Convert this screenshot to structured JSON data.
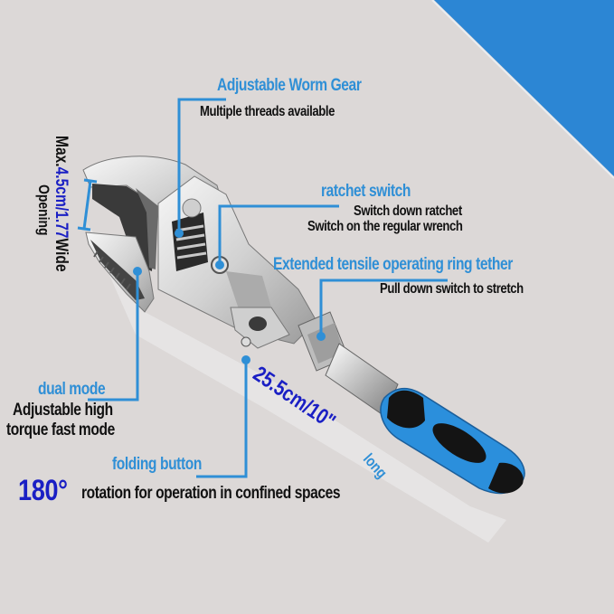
{
  "colors": {
    "background": "#dcd8d7",
    "accent_blue": "#2f8fd6",
    "dark_blue": "#1a1fc4",
    "text_black": "#111111",
    "corner_blue": "#2c86d4",
    "handle_blue": "#2b8fdc",
    "handle_black": "#141414"
  },
  "callouts": {
    "worm_gear": {
      "title": "Adjustable Worm Gear",
      "desc": "Multiple threads available"
    },
    "ratchet_switch": {
      "title": "ratchet switch",
      "desc_line1": "Switch down ratchet",
      "desc_line2": "Switch on the regular wrench"
    },
    "ring_tether": {
      "title": "Extended tensile operating ring tether",
      "desc": "Pull down switch to stretch"
    },
    "opening": {
      "prefix": "Max.",
      "value": "4.5cm/1.77",
      "suffix": "Wide",
      "line2": "Opening"
    },
    "dual_mode": {
      "title": "dual mode",
      "desc_line1": "Adjustable high",
      "desc_line2": "torque fast mode"
    },
    "folding_button": {
      "title": "folding button"
    },
    "rotation": {
      "value": "180°",
      "desc": "rotation for operation in confined spaces"
    },
    "length": {
      "value": "25.5cm/10\"",
      "suffix": "long"
    }
  }
}
